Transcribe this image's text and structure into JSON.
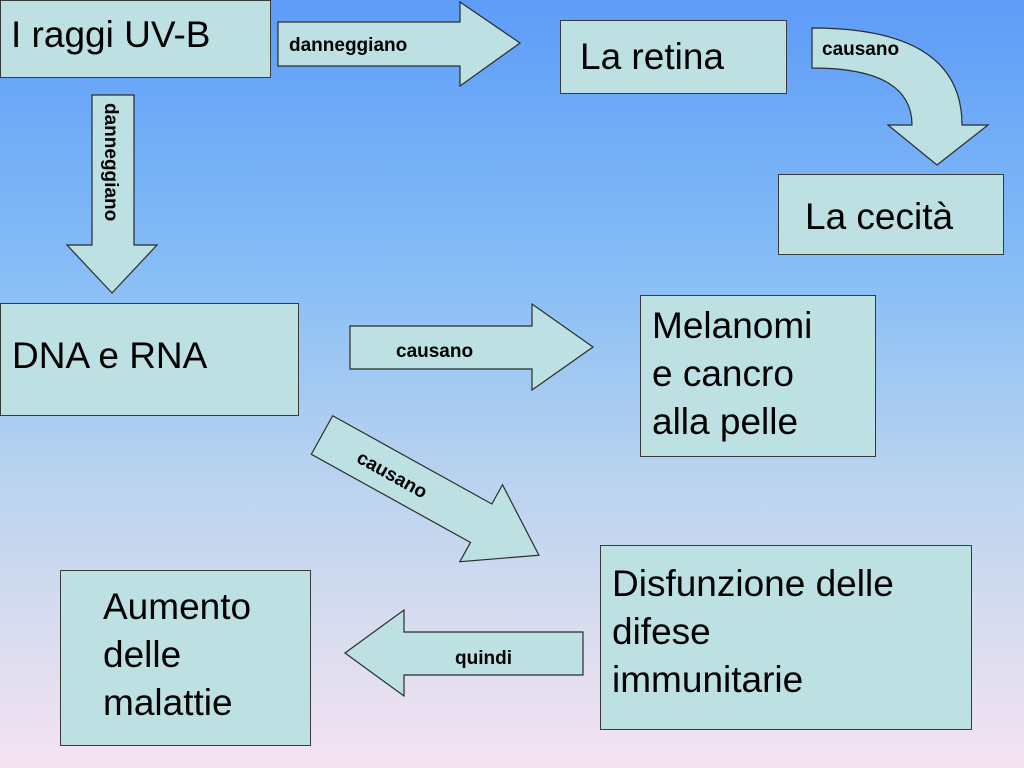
{
  "colors": {
    "box_fill": "#bde0e2",
    "border": "#3a3a3a",
    "bg_top": "#5d9cf8",
    "bg_bottom": "#f6e3f2"
  },
  "nodes": {
    "uvb": "I raggi UV-B",
    "retina": "La retina",
    "cecita": "La cecità",
    "dna": "DNA e RNA",
    "melanomi": "Melanomi\ne cancro\nalla pelle",
    "disfunzione": "Disfunzione delle\ndifese\nimmunitarie",
    "aumento": "Aumento\ndelle\nmalattie"
  },
  "edges": {
    "uvb_retina": "danneggiano",
    "uvb_dna": "danneggiano",
    "retina_cecita": "causano",
    "dna_melanomi": "causano",
    "dna_disfunzione": "causano",
    "disfunzione_aumento": "quindi"
  }
}
